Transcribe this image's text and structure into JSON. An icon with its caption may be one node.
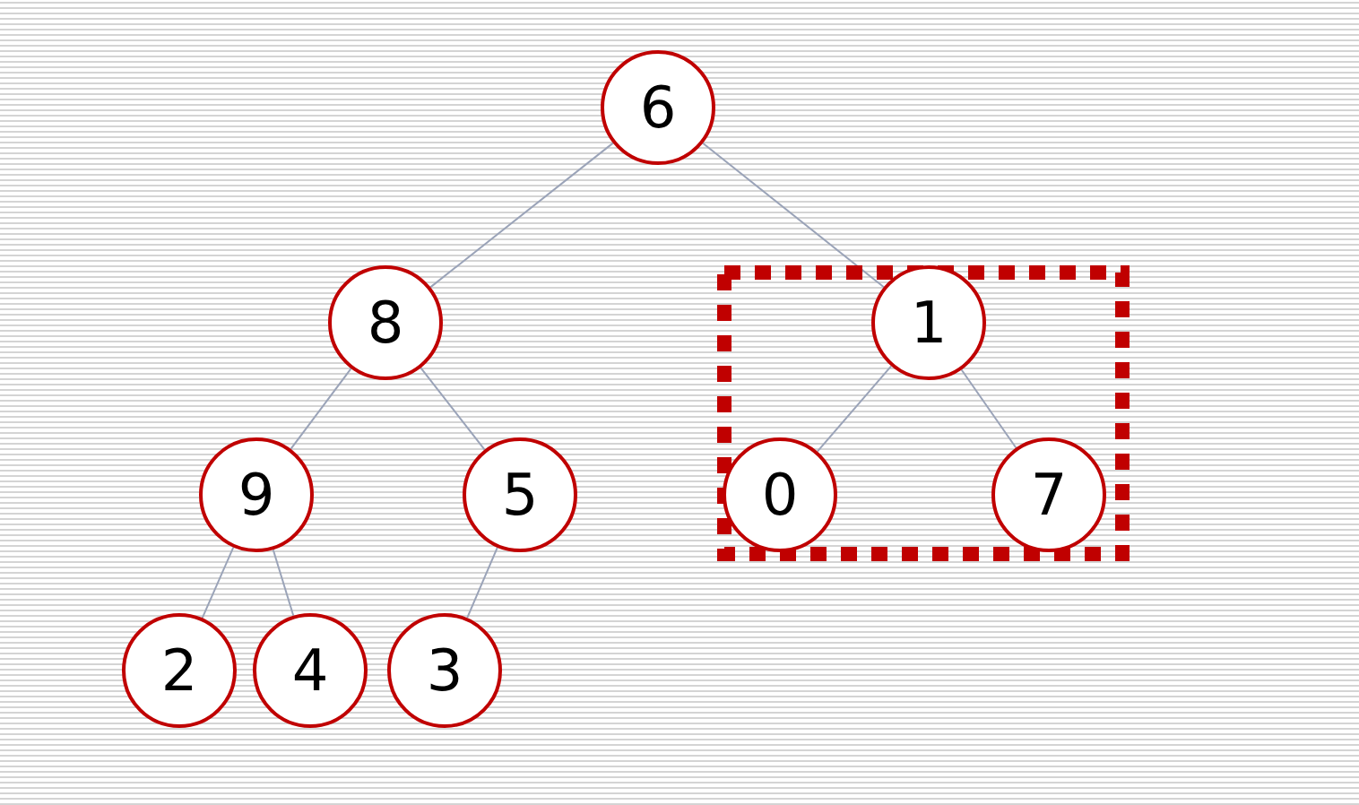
{
  "diagram": {
    "nodes": [
      {
        "text": [
          "6"
        ]
      },
      {
        "text": [
          "8"
        ]
      },
      {
        "text": [
          "1"
        ]
      },
      {
        "text": [
          "9"
        ]
      },
      {
        "text": [
          "5"
        ]
      },
      {
        "text": [
          "0"
        ]
      },
      {
        "text": [
          "7"
        ]
      },
      {
        "text": [
          "2"
        ]
      },
      {
        "text": [
          "4"
        ]
      },
      {
        "text": [
          "3"
        ]
      }
    ],
    "edges": [
      {
        "from": 0,
        "to": 1,
        "arrow": "none"
      },
      {
        "from": 0,
        "to": 2,
        "arrow": "none"
      },
      {
        "from": 1,
        "to": 3,
        "arrow": "none"
      },
      {
        "from": 1,
        "to": 4,
        "arrow": "none"
      },
      {
        "from": 2,
        "to": 5,
        "arrow": "none"
      },
      {
        "from": 2,
        "to": 6,
        "arrow": "none"
      },
      {
        "from": 3,
        "to": 7,
        "arrow": "none"
      },
      {
        "from": 3,
        "to": 8,
        "arrow": "none"
      },
      {
        "from": 4,
        "to": 9,
        "arrow": "none"
      }
    ]
  }
}
